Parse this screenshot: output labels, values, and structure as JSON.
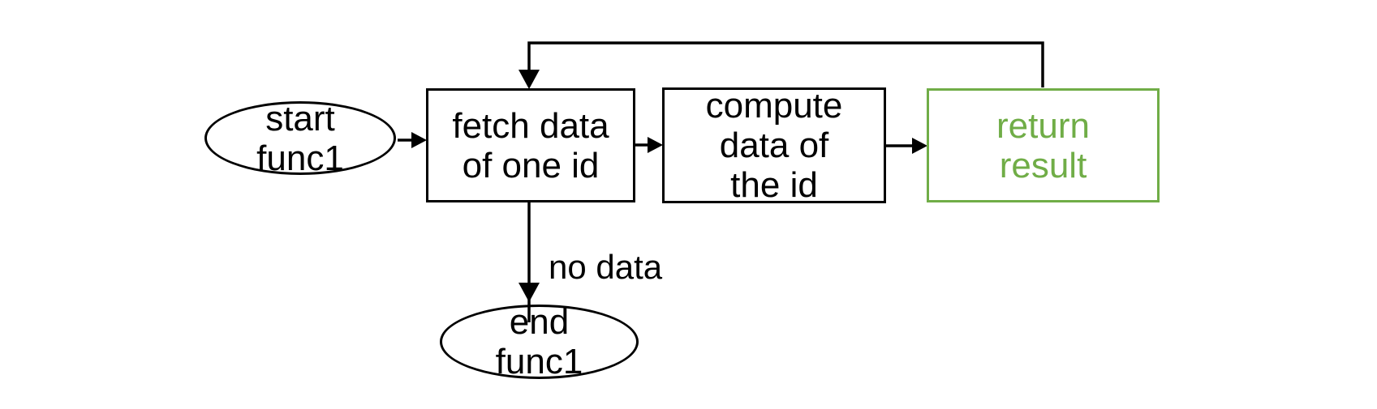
{
  "diagram": {
    "colors": {
      "background": "#ffffff",
      "line": "#000000",
      "accent_green": "#70AD47"
    },
    "nodes": {
      "start": {
        "shape": "ellipse",
        "lines": [
          "start",
          "func1"
        ]
      },
      "fetch": {
        "shape": "rectangle",
        "lines": [
          "fetch data",
          "of one id"
        ]
      },
      "compute": {
        "shape": "rectangle",
        "lines": [
          "compute",
          "data of",
          "the id"
        ]
      },
      "return": {
        "shape": "rectangle",
        "lines": [
          "return",
          "result"
        ],
        "color": "#70AD47"
      },
      "end": {
        "shape": "ellipse",
        "lines": [
          "end",
          "func1"
        ]
      }
    },
    "edges": [
      {
        "from": "start",
        "to": "fetch",
        "label": ""
      },
      {
        "from": "fetch",
        "to": "compute",
        "label": ""
      },
      {
        "from": "compute",
        "to": "return",
        "label": ""
      },
      {
        "from": "return",
        "to": "fetch",
        "label": "",
        "kind": "loop-back"
      },
      {
        "from": "fetch",
        "to": "end",
        "label": "no data"
      }
    ]
  }
}
